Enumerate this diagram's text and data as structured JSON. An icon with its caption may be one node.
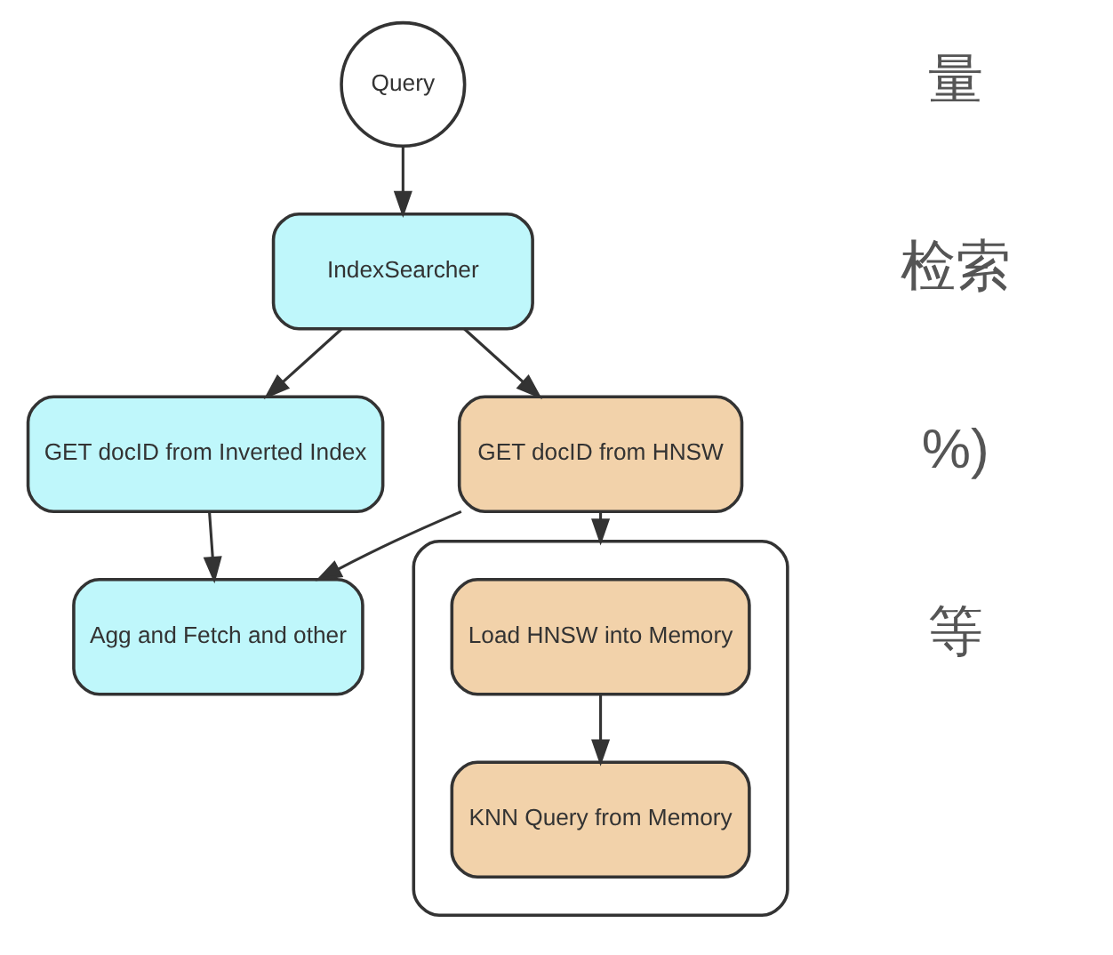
{
  "diagram": {
    "nodes": [
      {
        "text": [
          "Query"
        ]
      },
      {
        "text": [
          "IndexSearcher"
        ]
      },
      {
        "text": [
          "GET docID from Inverted Index"
        ]
      },
      {
        "text": [
          "GET docID from HNSW"
        ]
      },
      {
        "text": [],
        "shape": "box"
      },
      {
        "text": [
          "Load HNSW into Memory"
        ],
        "in": 4
      },
      {
        "text": [
          "KNN Query from Memory"
        ],
        "in": 4
      },
      {
        "text": [
          "Agg and Fetch and other"
        ]
      }
    ],
    "edges": [
      {
        "from": 0,
        "to": 1,
        "arrow": "to"
      },
      {
        "from": 1,
        "to": 2,
        "arrow": "to"
      },
      {
        "from": 1,
        "to": 3,
        "arrow": "to"
      },
      {
        "from": 3,
        "to": 4,
        "arrow": "to"
      },
      {
        "from": 5,
        "to": 6,
        "arrow": "to"
      },
      {
        "from": 2,
        "to": 7,
        "arrow": "to"
      },
      {
        "from": 3,
        "to": 7,
        "arrow": "to"
      }
    ],
    "labels": [
      "量",
      "检索",
      "%)",
      "等"
    ]
  }
}
